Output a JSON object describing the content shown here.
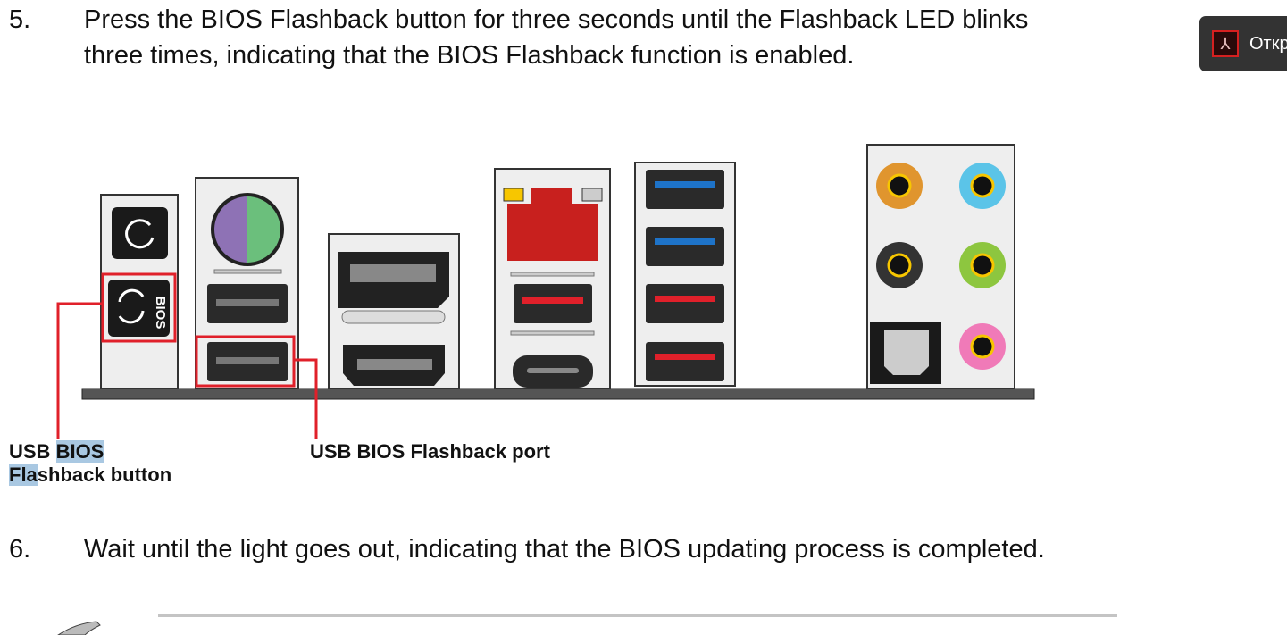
{
  "steps": [
    {
      "number": "5.",
      "lines": [
        "Press the BIOS Flashback button for three seconds until the Flashback LED blinks",
        "three times, indicating that the BIOS Flashback function is enabled."
      ]
    },
    {
      "number": "6.",
      "lines": [
        "Wait until the light goes out, indicating that the BIOS updating process is completed."
      ]
    }
  ],
  "diagram": {
    "button_label_line1_plain": "USB ",
    "button_label_line1_highlight": "BIOS ",
    "button_label_line2_highlight": "Fla",
    "button_label_line2_plain": "shback button",
    "port_label": "USB BIOS Flashback port",
    "bios_text": "BIOS",
    "accent_color": "#e0202a"
  },
  "open_button": {
    "label": "Откр"
  }
}
